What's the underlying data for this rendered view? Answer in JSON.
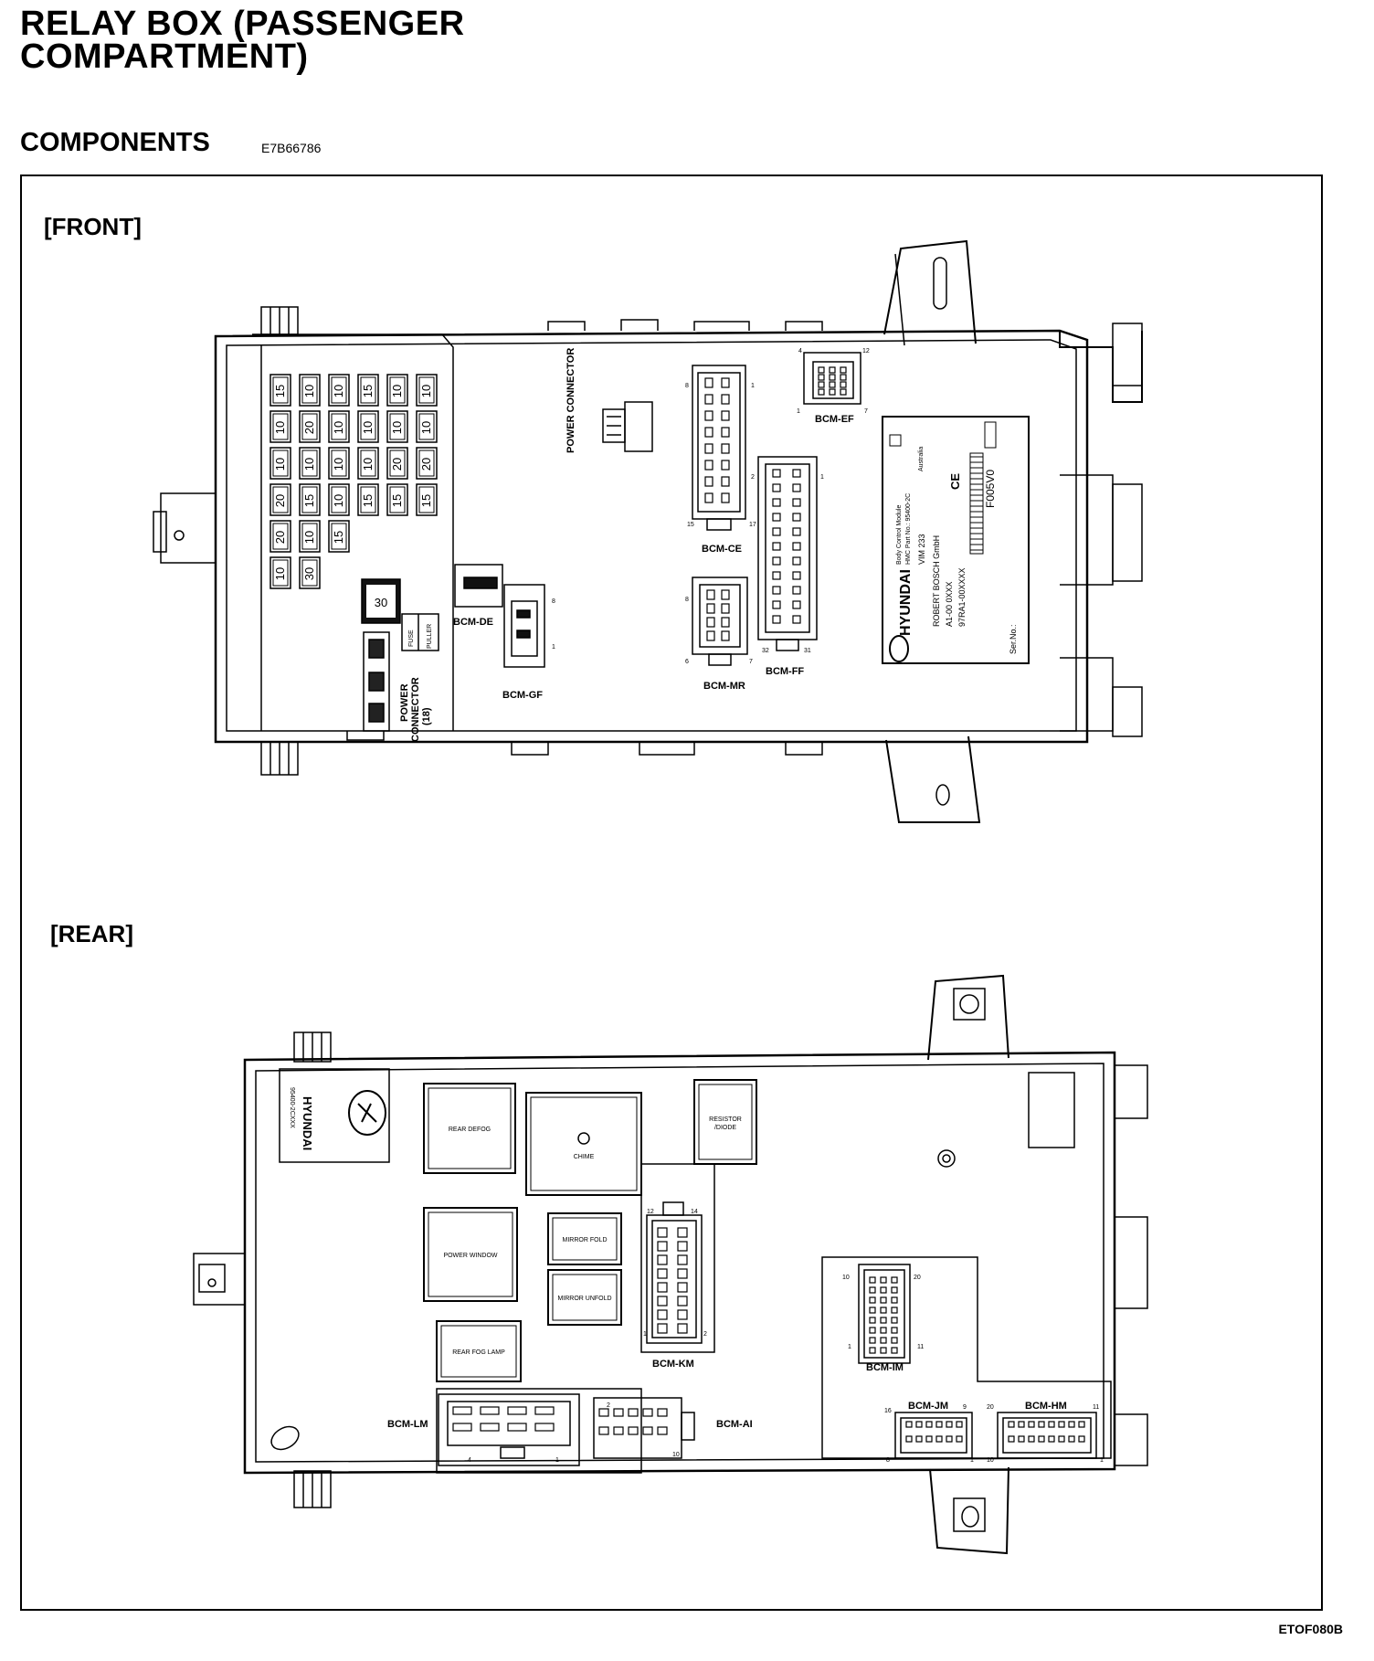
{
  "header": {
    "title_line1": "RELAY BOX (PASSENGER",
    "title_line2": "COMPARTMENT)",
    "section": "COMPONENTS",
    "doc_code": "E7B66786"
  },
  "views": {
    "front": "[FRONT]",
    "rear": "[REAR]"
  },
  "front": {
    "fuse_columns": [
      [
        "15",
        "10",
        "10",
        "20",
        "20",
        "10"
      ],
      [
        "10",
        "20",
        "10",
        "15",
        "10",
        "30"
      ],
      [
        "10",
        "10",
        "10",
        "10",
        "15",
        ""
      ],
      [
        "15",
        "10",
        "10",
        "15",
        "",
        ""
      ],
      [
        "10",
        "10",
        "20",
        "15",
        "",
        ""
      ],
      [
        "10",
        "10",
        "20",
        "15",
        "",
        ""
      ]
    ],
    "big_fuse": "30",
    "fuse_label": "FUSE",
    "puller_label": "PULLER",
    "connectors": {
      "ce": "BCM-CE",
      "ef": "BCM-EF",
      "de": "BCM-DE",
      "gf": "BCM-GF",
      "mr": "BCM-MR",
      "ff": "BCM-FF"
    },
    "power_connector": "POWER CONNECTOR",
    "power_connector_18_a": "POWER",
    "power_connector_18_b": "CONNECTOR",
    "power_connector_18_c": "(18)",
    "pins": {
      "ef_tl": "4",
      "ef_tr": "12",
      "ef_bl": "1",
      "ef_br": "7",
      "ce_tl": "8",
      "ce_tr": "1",
      "ce_bl": "15",
      "ce_br": "17",
      "ff_tl": "2",
      "ff_tr": "1",
      "ff_bl": "32",
      "ff_br": "31",
      "mr_tl": "8",
      "mr_bl": "6",
      "mr_br": "7",
      "gf_t": "8",
      "gf_b": "1"
    },
    "label_plate": {
      "brand": "HYUNDAI",
      "line1": "Body Control Module",
      "line2": "HMC Part No.: 95400-2C",
      "line3": "Australia",
      "line4": "VIM 233",
      "line5": "ROBERT BOSCH GmbH",
      "line6": "A1-00 0XXX",
      "line7": "97RA1-00XXXX",
      "line8": "F005V0",
      "line9": "Ser.No.:",
      "ce_mark": "CE"
    }
  },
  "rear": {
    "relays": {
      "rear_defog": "REAR DEFOG",
      "chime": "CHIME",
      "resistor_diode": "RESISTOR /DIODE",
      "power_window": "POWER WINDOW",
      "mirror_fold": "MIRROR FOLD",
      "mirror_unfold": "MIRROR UNFOLD",
      "rear_fog_lamp": "REAR FOG LAMP"
    },
    "connectors": {
      "km": "BCM-KM",
      "lm": "BCM-LM",
      "ai": "BCM-AI",
      "im": "BCM-IM",
      "jm": "BCM-JM",
      "hm": "BCM-HM"
    },
    "logo_text": "HYUNDAI",
    "logo_code": "95400-2CXXX",
    "pins": {
      "km_tl": "12",
      "km_tr": "14",
      "km_bl": "1",
      "km_br": "2",
      "lm_bl": "4",
      "lm_br": "1",
      "ai_tl": "2",
      "ai_bl": "10",
      "im_tl": "10",
      "im_tr": "20",
      "im_bl": "1",
      "im_br": "11",
      "jm_tl": "16",
      "jm_tr": "9",
      "jm_bl": "8",
      "jm_br": "1",
      "hm_tl": "20",
      "hm_tr": "11",
      "hm_bl": "10",
      "hm_br": "1"
    }
  },
  "footer": {
    "code": "ETOF080B"
  }
}
